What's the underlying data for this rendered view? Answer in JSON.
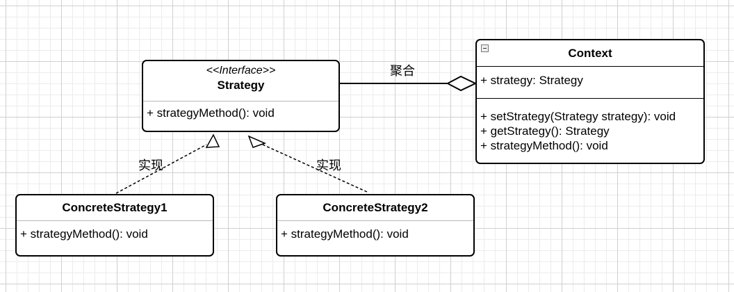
{
  "classes": {
    "strategy": {
      "stereotype": "<<Interface>>",
      "name": "Strategy",
      "methods": [
        "+ strategyMethod(): void"
      ]
    },
    "context": {
      "name": "Context",
      "attributes": [
        "+ strategy: Strategy"
      ],
      "methods": [
        "+ setStrategy(Strategy strategy): void",
        "+ getStrategy(): Strategy",
        "+ strategyMethod(): void"
      ]
    },
    "concrete1": {
      "name": "ConcreteStrategy1",
      "methods": [
        "+ strategyMethod(): void"
      ]
    },
    "concrete2": {
      "name": "ConcreteStrategy2",
      "methods": [
        "+ strategyMethod(): void"
      ]
    }
  },
  "relations": {
    "aggregation_label": "聚合",
    "realization1_label": "实现",
    "realization2_label": "实现"
  }
}
